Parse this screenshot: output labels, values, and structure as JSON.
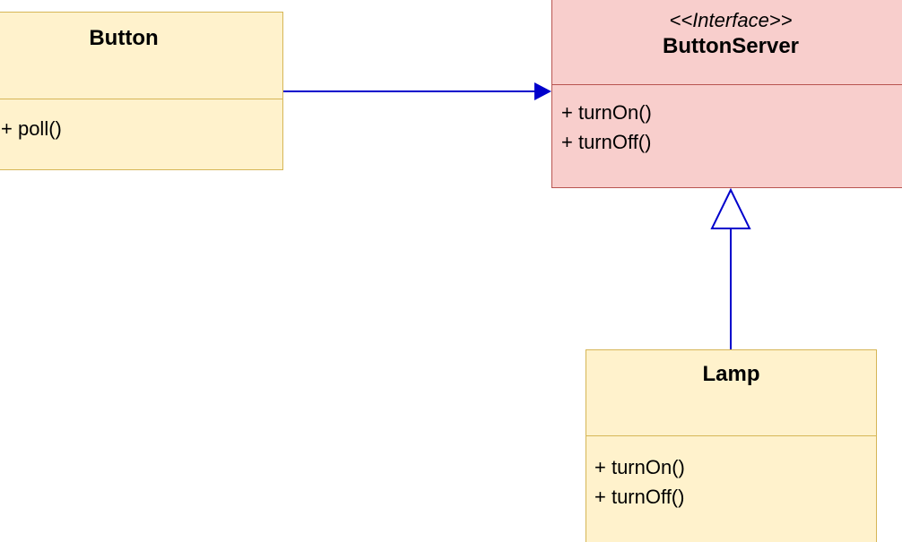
{
  "diagram": {
    "classes": {
      "button": {
        "name": "Button",
        "members": [
          "+ poll()"
        ]
      },
      "button_server": {
        "stereotype": "<<Interface>>",
        "name": "ButtonServer",
        "members": [
          "+ turnOn()",
          "+ turnOff()"
        ]
      },
      "lamp": {
        "name": "Lamp",
        "members": [
          "+ turnOn()",
          "+ turnOff()"
        ]
      }
    },
    "relations": [
      {
        "from": "Button",
        "to": "ButtonServer",
        "kind": "association"
      },
      {
        "from": "Lamp",
        "to": "ButtonServer",
        "kind": "realization"
      }
    ],
    "colors": {
      "class_fill": "#fff2cc",
      "class_border": "#d6b656",
      "interface_fill": "#f8cecc",
      "interface_border": "#b85450",
      "connector": "#0000cc"
    }
  }
}
